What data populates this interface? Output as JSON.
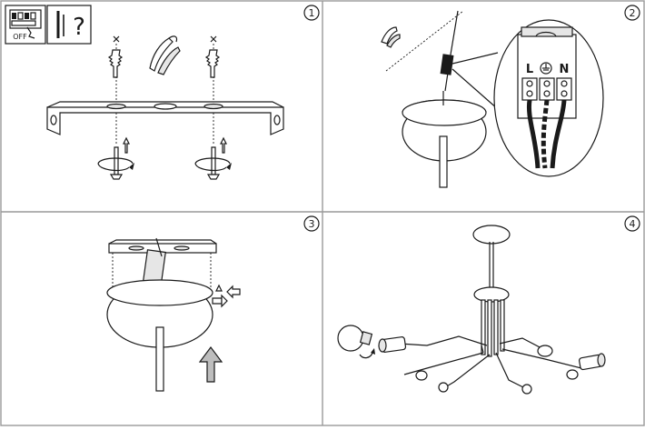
{
  "panels": [
    {
      "step": "1",
      "off_label": "OFF",
      "tool_hint": "?"
    },
    {
      "step": "2",
      "terminals": [
        "L",
        "N"
      ]
    },
    {
      "step": "3"
    },
    {
      "step": "4"
    }
  ],
  "colors": {
    "line": "#1a1a1a",
    "fill_light": "#e6e6e6",
    "arrow_fill": "#bdbdbd",
    "frame": "#999999"
  }
}
